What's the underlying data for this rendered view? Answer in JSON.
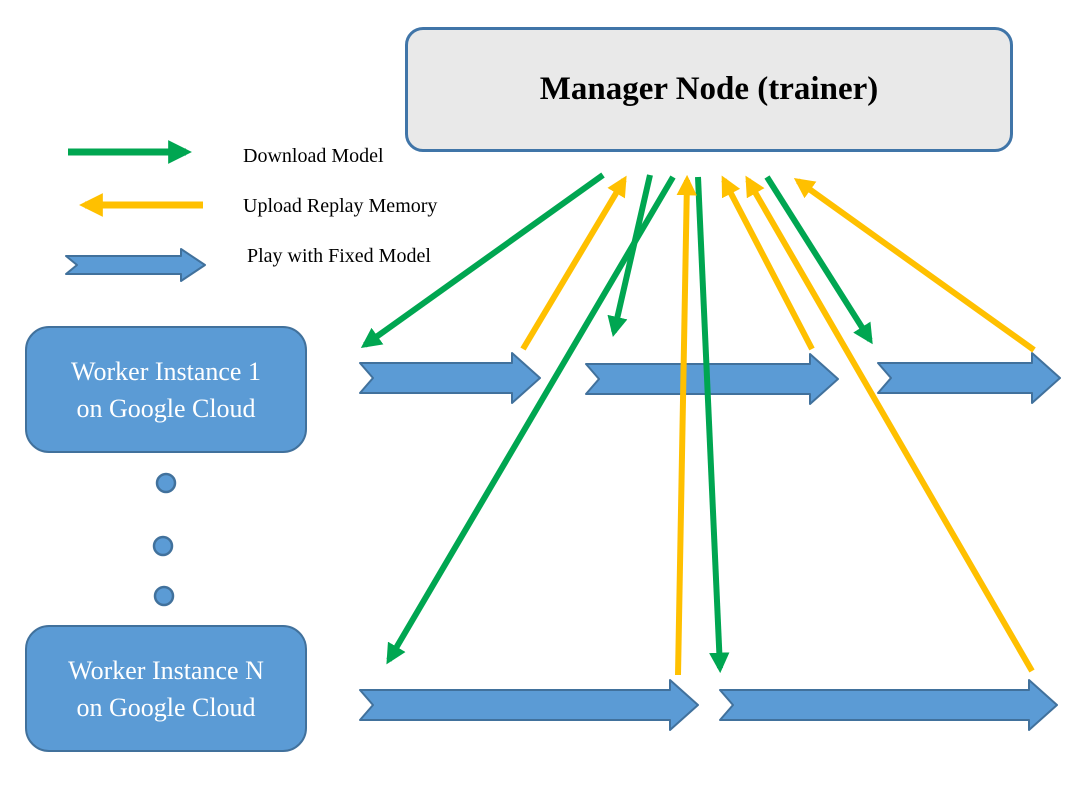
{
  "manager": {
    "label": "Manager Node (trainer)"
  },
  "legend": {
    "download": {
      "label": "Download Model",
      "color": "#00A651",
      "direction": "right"
    },
    "upload": {
      "label": "Upload Replay Memory",
      "color": "#FFC000",
      "direction": "left"
    },
    "play": {
      "label": "Play with Fixed Model",
      "color": "#5B9BD5",
      "direction": "right"
    }
  },
  "workers": {
    "first": {
      "line1": "Worker Instance 1",
      "line2": "on Google Cloud"
    },
    "last": {
      "line1": "Worker Instance N",
      "line2": "on Google Cloud"
    }
  },
  "ellipsis_dot_count": 3,
  "colors": {
    "green": "#00A651",
    "yellow": "#FFC000",
    "blue_fill": "#5B9BD5",
    "blue_border": "#41719C",
    "manager_fill": "#E9E9E9",
    "manager_border": "#4075A8",
    "worker_fill": "#5B9BD5",
    "worker_border": "#41719C"
  }
}
